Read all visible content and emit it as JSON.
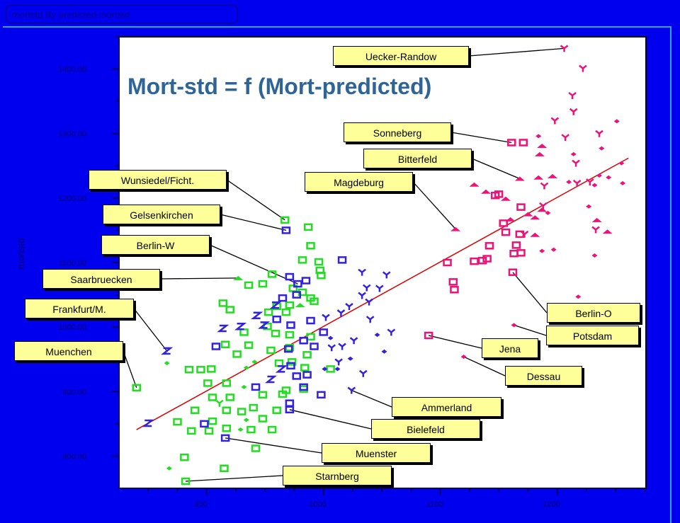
{
  "window_title": "mortstd By predicted mortstd",
  "chart_data": {
    "type": "scatter",
    "title": "Mort-std = f (Mort-predicted)",
    "xlabel": "",
    "ylabel": "mortstd",
    "xlim": [
      825,
      1276
    ],
    "ylim": [
      750,
      1450
    ],
    "xticks": [
      {
        "v": 900,
        "label": "900"
      },
      {
        "v": 1000,
        "label": "1000"
      },
      {
        "v": 1100,
        "label": "1100"
      },
      {
        "v": 1200,
        "label": "1200"
      }
    ],
    "yticks": [
      {
        "v": 800,
        "label": "800.00"
      },
      {
        "v": 900,
        "label": "900.00"
      },
      {
        "v": 1000,
        "label": "1000.00"
      },
      {
        "v": 1100,
        "label": "1100.00"
      },
      {
        "v": 1200,
        "label": "1200.00"
      },
      {
        "v": 1300,
        "label": "1300.00"
      },
      {
        "v": 1400,
        "label": "1400.00"
      }
    ],
    "regression_line": {
      "x": [
        840,
        1261
      ],
      "y": [
        841,
        1262
      ],
      "color": "#dd0000"
    },
    "series": [
      {
        "name": "green",
        "color": "#22dd22",
        "points": [
          [
            987,
            1155,
            "sq"
          ],
          [
            989,
            1126,
            "sq"
          ],
          [
            982,
            1104,
            "sq"
          ],
          [
            996,
            1101,
            "sq"
          ],
          [
            997,
            1088,
            "sq"
          ],
          [
            998,
            1080,
            "sq"
          ],
          [
            956,
            1082,
            "sq"
          ],
          [
            936,
            1065,
            "sq"
          ],
          [
            948,
            1067,
            "sq"
          ],
          [
            974,
            1060,
            "sq"
          ],
          [
            982,
            1054,
            "sq"
          ],
          [
            989,
            1045,
            "sq"
          ],
          [
            971,
            1034,
            "sq"
          ],
          [
            980,
            1034,
            "tri"
          ],
          [
            992,
            1040,
            "sq"
          ],
          [
            914,
            1037,
            "sq"
          ],
          [
            920,
            1027,
            "sq"
          ],
          [
            953,
            1023,
            "sq"
          ],
          [
            960,
            1032,
            "sq"
          ],
          [
            968,
            1023,
            "sq"
          ],
          [
            932,
            992,
            "sq"
          ],
          [
            952,
            1001,
            "sq"
          ],
          [
            959,
            990,
            "sq"
          ],
          [
            971,
            988,
            "sq"
          ],
          [
            989,
            985,
            "sq"
          ],
          [
            936,
            972,
            "sq"
          ],
          [
            955,
            964,
            "sq"
          ],
          [
            971,
            968,
            "sq"
          ],
          [
            986,
            957,
            "sq"
          ],
          [
            916,
            973,
            "sq"
          ],
          [
            926,
            958,
            "sq"
          ],
          [
            941,
            946,
            "dia"
          ],
          [
            962,
            944,
            "sq"
          ],
          [
            984,
            937,
            "sq"
          ],
          [
            1006,
            935,
            "sq"
          ],
          [
            885,
            934,
            "sq"
          ],
          [
            895,
            934,
            "sq"
          ],
          [
            904,
            935,
            "sq"
          ],
          [
            934,
            937,
            "dia"
          ],
          [
            901,
            913,
            "sq"
          ],
          [
            917,
            913,
            "sq"
          ],
          [
            932,
            907,
            "dia"
          ],
          [
            948,
            895,
            "sq"
          ],
          [
            965,
            896,
            "sq"
          ],
          [
            983,
            904,
            "sq"
          ],
          [
            875,
            853,
            "sq"
          ],
          [
            890,
            871,
            "sq"
          ],
          [
            905,
            854,
            "sq"
          ],
          [
            917,
            871,
            "sq"
          ],
          [
            930,
            869,
            "sq"
          ],
          [
            940,
            875,
            "sq"
          ],
          [
            911,
            882,
            "Y"
          ],
          [
            917,
            843,
            "sq"
          ],
          [
            929,
            841,
            "dia"
          ],
          [
            938,
            841,
            "sq"
          ],
          [
            902,
            839,
            "sq"
          ],
          [
            887,
            839,
            "sq"
          ],
          [
            956,
            841,
            "sq"
          ],
          [
            881,
            798,
            "sq"
          ],
          [
            915,
            781,
            "sq"
          ],
          [
            942,
            812,
            "sq"
          ],
          [
            868,
            781,
            "dia"
          ],
          [
            866,
            944,
            "dia"
          ],
          [
            905,
            891,
            "sq"
          ],
          [
            920,
            891,
            "sq"
          ],
          [
            934,
            856,
            "dia"
          ],
          [
            948,
            858,
            "sq"
          ],
          [
            960,
            871,
            "sq"
          ],
          [
            968,
            902,
            "sq"
          ],
          [
            973,
            946,
            "sq"
          ],
          [
            967,
            1166,
            "sq"
          ],
          [
            927,
            1076,
            "tri"
          ],
          [
            840,
            906,
            "sq"
          ],
          [
            882,
            761,
            "sq"
          ]
        ]
      },
      {
        "name": "blue",
        "color": "#3322dd",
        "points": [
          [
            1016,
            1104,
            "sq"
          ],
          [
            985,
            1072,
            "sq"
          ],
          [
            971,
            1078,
            "sq"
          ],
          [
            977,
            1050,
            "sq"
          ],
          [
            959,
            1034,
            "Z"
          ],
          [
            965,
            1045,
            "sq"
          ],
          [
            929,
            1001,
            "Z"
          ],
          [
            908,
            970,
            "sq"
          ],
          [
            914,
            998,
            "Z"
          ],
          [
            943,
            1018,
            "Z"
          ],
          [
            949,
            1003,
            "Z"
          ],
          [
            960,
            1012,
            "sq"
          ],
          [
            972,
            1003,
            "sq"
          ],
          [
            989,
            1010,
            "sq"
          ],
          [
            1000,
            992,
            "sq"
          ],
          [
            1006,
            983,
            "dia"
          ],
          [
            983,
            979,
            "sq"
          ],
          [
            970,
            966,
            "sq"
          ],
          [
            972,
            940,
            "sq"
          ],
          [
            992,
            970,
            "sq"
          ],
          [
            986,
            926,
            "sq"
          ],
          [
            977,
            924,
            "sq"
          ],
          [
            964,
            935,
            "Z"
          ],
          [
            983,
            907,
            "sq"
          ],
          [
            1001,
            935,
            "dia"
          ],
          [
            1012,
            935,
            "dia"
          ],
          [
            971,
            882,
            "sq"
          ],
          [
            955,
            919,
            "Z"
          ],
          [
            942,
            907,
            "sq"
          ],
          [
            898,
            850,
            "sq"
          ],
          [
            850,
            851,
            "Z"
          ],
          [
            998,
            895,
            "sq"
          ],
          [
            1033,
            1085,
            "Y"
          ],
          [
            1054,
            1081,
            "Y"
          ],
          [
            1037,
            1061,
            "Y"
          ],
          [
            1048,
            1060,
            "Y"
          ],
          [
            1033,
            1049,
            "Y"
          ],
          [
            1039,
            1039,
            "Y"
          ],
          [
            1022,
            1032,
            "Y"
          ],
          [
            1015,
            1022,
            "Y"
          ],
          [
            1002,
            1015,
            "Y"
          ],
          [
            1040,
            1012,
            "Y"
          ],
          [
            1058,
            992,
            "Y"
          ],
          [
            1026,
            979,
            "Y"
          ],
          [
            1016,
            970,
            "Y"
          ],
          [
            1046,
            988,
            "dia"
          ],
          [
            1007,
            968,
            "Y"
          ],
          [
            1034,
            928,
            "Y"
          ],
          [
            1023,
            951,
            "dia"
          ],
          [
            1013,
            946,
            "Y"
          ],
          [
            1052,
            962,
            "dia"
          ],
          [
            968,
            1150,
            "sq"
          ],
          [
            978,
            1067,
            "sq"
          ],
          [
            866,
            963,
            "Z"
          ],
          [
            1024,
            902,
            "Y"
          ],
          [
            971,
            872,
            "sq"
          ],
          [
            916,
            828,
            "sq"
          ]
        ]
      },
      {
        "name": "magenta",
        "color": "#ee1177",
        "points": [
          [
            1150,
            1206,
            "sq"
          ],
          [
            1147,
            1204,
            "sq"
          ],
          [
            1154,
            1161,
            "sq"
          ],
          [
            1169,
            1186,
            "sq"
          ],
          [
            1142,
            1126,
            "sq"
          ],
          [
            1165,
            1127,
            "sq"
          ],
          [
            1168,
            1144,
            "sq"
          ],
          [
            1169,
            1115,
            "sq"
          ],
          [
            1163,
            1114,
            "sq"
          ],
          [
            1156,
            1147,
            "sq"
          ],
          [
            1129,
            1102,
            "sq"
          ],
          [
            1140,
            1106,
            "sq"
          ],
          [
            1106,
            1100,
            "sq"
          ],
          [
            1111,
            1070,
            "sq"
          ],
          [
            1112,
            1058,
            "sq"
          ],
          [
            1136,
            1103,
            "sq"
          ],
          [
            1129,
            1221,
            "tri"
          ],
          [
            1139,
            1210,
            "tri"
          ],
          [
            1156,
            1199,
            "tri"
          ],
          [
            1184,
            1296,
            "dia"
          ],
          [
            1187,
            1281,
            "tri"
          ],
          [
            1185,
            1268,
            "tri"
          ],
          [
            1184,
            1232,
            "tri"
          ],
          [
            1196,
            1234,
            "tri"
          ],
          [
            1187,
            1182,
            "tri"
          ],
          [
            1181,
            1170,
            "tri"
          ],
          [
            1175,
            1175,
            "tri"
          ],
          [
            1160,
            1167,
            "tri"
          ],
          [
            1181,
            1143,
            "tri"
          ],
          [
            1197,
            1120,
            "dia"
          ],
          [
            1214,
            1268,
            "dia"
          ],
          [
            1232,
            1220,
            "dia"
          ],
          [
            1236,
            1235,
            "dia"
          ],
          [
            1244,
            1232,
            "dia"
          ],
          [
            1256,
            1223,
            "dia"
          ],
          [
            1251,
            1319,
            "dia"
          ],
          [
            1238,
            1277,
            "dia"
          ],
          [
            1255,
            1254,
            "dia"
          ],
          [
            1210,
            1225,
            "dia"
          ],
          [
            1227,
            1187,
            "dia"
          ],
          [
            1234,
            1166,
            "tri"
          ],
          [
            1232,
            1111,
            "dia"
          ],
          [
            1218,
            1047,
            "dia"
          ],
          [
            1187,
            1118,
            "dia"
          ],
          [
            1192,
            1177,
            "dia"
          ],
          [
            1243,
            1148,
            "tri"
          ],
          [
            1222,
            1401,
            "Y"
          ],
          [
            1213,
            1359,
            "Y"
          ],
          [
            1214,
            1334,
            "Y"
          ],
          [
            1198,
            1320,
            "Y"
          ],
          [
            1207,
            1294,
            "Y"
          ],
          [
            1216,
            1254,
            "Y"
          ],
          [
            1236,
            1300,
            "Y"
          ],
          [
            1228,
            1225,
            "Y"
          ],
          [
            1217,
            1223,
            "Y"
          ],
          [
            1189,
            1219,
            "Y"
          ],
          [
            1188,
            1188,
            "Y"
          ],
          [
            1172,
            1144,
            "Y"
          ],
          [
            1233,
            1151,
            "Y"
          ],
          [
            1206,
            1432,
            "Y"
          ],
          [
            1161,
            1286,
            "sq"
          ],
          [
            1171,
            1286,
            "sq"
          ],
          [
            1168,
            1230,
            "tri"
          ],
          [
            1113,
            1152,
            "tri"
          ],
          [
            1162,
            1085,
            "sq"
          ],
          [
            1163,
            1003,
            "dia"
          ],
          [
            1090,
            987,
            "sq"
          ],
          [
            1120,
            954,
            "dia"
          ]
        ]
      }
    ],
    "annotations": [
      {
        "text": "Uecker-Randow",
        "x": 1206,
        "y": 1432
      },
      {
        "text": "Sonneberg",
        "x": 1161,
        "y": 1286
      },
      {
        "text": "Bitterfeld",
        "x": 1168,
        "y": 1230
      },
      {
        "text": "Magdeburg",
        "x": 1113,
        "y": 1152
      },
      {
        "text": "Wunsiedel/Ficht.",
        "x": 967,
        "y": 1166
      },
      {
        "text": "Gelsenkirchen",
        "x": 968,
        "y": 1150
      },
      {
        "text": "Berlin-W",
        "x": 978,
        "y": 1067
      },
      {
        "text": "Saarbruecken",
        "x": 927,
        "y": 1076
      },
      {
        "text": "Frankfurt/M.",
        "x": 866,
        "y": 963
      },
      {
        "text": "Muenchen",
        "x": 840,
        "y": 906
      },
      {
        "text": "Berlin-O",
        "x": 1162,
        "y": 1085
      },
      {
        "text": "Potsdam",
        "x": 1163,
        "y": 1003
      },
      {
        "text": "Jena",
        "x": 1090,
        "y": 987
      },
      {
        "text": "Dessau",
        "x": 1120,
        "y": 954
      },
      {
        "text": "Ammerland",
        "x": 1024,
        "y": 902
      },
      {
        "text": "Bielefeld",
        "x": 971,
        "y": 872
      },
      {
        "text": "Muenster",
        "x": 916,
        "y": 828
      },
      {
        "text": "Starnberg",
        "x": 882,
        "y": 761
      }
    ]
  }
}
